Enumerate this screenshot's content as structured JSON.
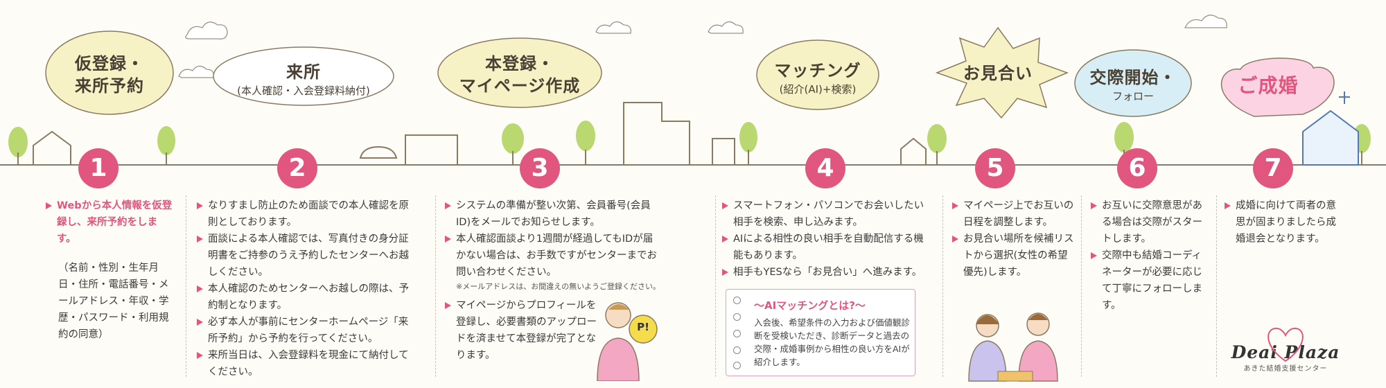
{
  "steps": [
    {
      "number": "1",
      "title_lines": [
        "仮登録・",
        "来所予約"
      ],
      "sub": ""
    },
    {
      "number": "2",
      "title_lines": [
        "来所"
      ],
      "sub": "(本人確認・入会登録料納付)"
    },
    {
      "number": "3",
      "title_lines": [
        "本登録・",
        "マイページ作成"
      ],
      "sub": ""
    },
    {
      "number": "4",
      "title_lines": [
        "マッチング"
      ],
      "sub": "(紹介(AI)+検索)"
    },
    {
      "number": "5",
      "title_lines": [
        "お見合い"
      ],
      "sub": ""
    },
    {
      "number": "6",
      "title_lines": [
        "交際開始・"
      ],
      "sub": "フォロー"
    },
    {
      "number": "7",
      "title_lines": [
        "ご成婚"
      ],
      "sub": ""
    }
  ],
  "col1": {
    "lead": "Webから本人情報を仮登録し、来所予約をします。",
    "note": "（名前・性別・生年月日・住所・電話番号・メールアドレス・年収・学歴・パスワード・利用規約の同意）"
  },
  "col2": {
    "items": [
      "なりすまし防止のため面談での本人確認を原則としております。",
      "面談による本人確認では、写真付きの身分証明書をご持参のうえ予約したセンターへお越しください。",
      "本人確認のためセンターへお越しの際は、予約制となります。",
      "必ず本人が事前にセンターホームページ「来所予約」から予約を行ってください。",
      "来所当日は、入会登録料を現金にて納付してください。"
    ]
  },
  "col3": {
    "items": [
      "システムの準備が整い次第、会員番号(会員ID)をメールでお知らせします。",
      "本人確認面談より1週間が経過してもIDが届かない場合は、お手数ですがセンターまでお問い合わせください。"
    ],
    "note": "※メールアドレスは、お間違えの無いようご登録ください。",
    "item_last": "マイページからプロフィールを登録し、必要書類のアップロードを済ませて本登録が完了となります。",
    "badge": "P!"
  },
  "col4": {
    "items": [
      "スマートフォン・パソコンでお会いしたい相手を検索、申し込みます。",
      "AIによる相性の良い相手を自動配信する機能もあります。",
      "相手もYESなら「お見合い」へ進みます。"
    ],
    "ai_box": {
      "title": "～AIマッチングとは?～",
      "body": "入会後、希望条件の入力および価値観診断を受検いただき、診断データと過去の交際・成婚事例から相性の良い方をAIが紹介します。"
    }
  },
  "col5": {
    "items": [
      "マイページ上でお互いの日程を調整します。",
      "お見合い場所を候補リストから選択(女性の希望優先)します。"
    ]
  },
  "col6": {
    "items": [
      "お互いに交際意思がある場合は交際がスタートします。",
      "交際中も結婚コーディネーターが必要に応じて丁寧にフォローします。"
    ]
  },
  "col7": {
    "items": [
      "成婚に向けて両者の意思が固まりましたら成婚退会となります。"
    ]
  },
  "logo": {
    "name": "Deai Plaza",
    "sub": "あきた結婚支援センター"
  },
  "colors": {
    "accent": "#e0567f",
    "bubble": "#f7f1c6",
    "bubble_pink": "#fbd3e2",
    "bubble_blue": "#d7eef7",
    "tree": "#b9d870",
    "line": "#8a7a62"
  }
}
